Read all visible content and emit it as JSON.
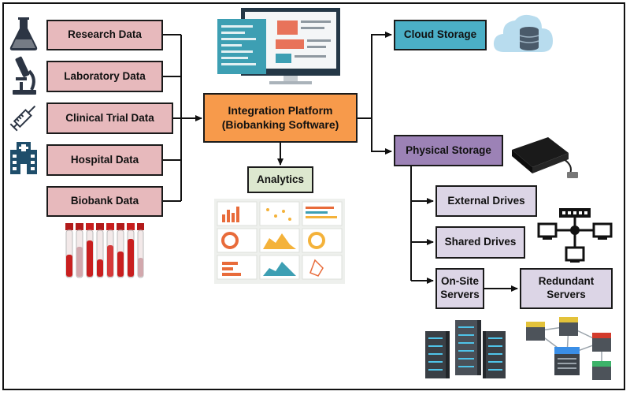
{
  "sources": [
    {
      "label": "Research Data",
      "icon": "flask-icon"
    },
    {
      "label": "Laboratory Data",
      "icon": "microscope-icon"
    },
    {
      "label": "Clinical Trial Data",
      "icon": "syringe-icon"
    },
    {
      "label": "Hospital Data",
      "icon": "hospital-icon"
    },
    {
      "label": "Biobank Data",
      "icon": "sample-tubes-icon"
    }
  ],
  "platform": {
    "line1": "Integration Platform",
    "line2": "(Biobanking Software)"
  },
  "analytics": {
    "label": "Analytics"
  },
  "cloud": {
    "label": "Cloud Storage"
  },
  "physical": {
    "label": "Physical Storage",
    "children": [
      "External Drives",
      "Shared Drives",
      "On-Site\nServers"
    ],
    "redundant": "Redundant\nServers"
  },
  "colors": {
    "source": "#e7b9bc",
    "platform": "#f79a4b",
    "analytics": "#dde8cf",
    "cloud": "#4bafc6",
    "physical": "#9c82b6",
    "storage_child": "#dcd5e6"
  }
}
